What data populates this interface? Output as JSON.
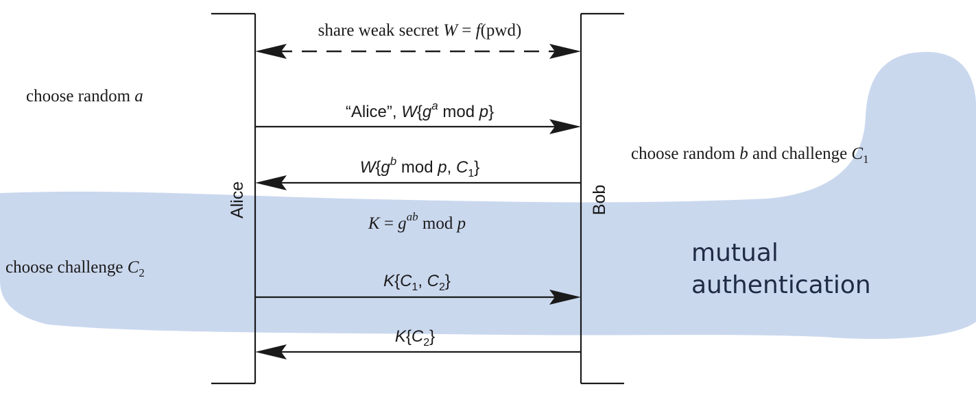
{
  "colors": {
    "highlight": "#a9c0e3",
    "ink": "#1a1a1a",
    "note": "#1f2a44"
  },
  "protocol": {
    "shared_setup": "share weak secret W = f(pwd)",
    "participants": {
      "left": "Alice",
      "right": "Bob"
    },
    "messages": [
      {
        "label": "“Alice”, W{g^a mod p}",
        "direction": "alice-to-bob"
      },
      {
        "label": "W{g^b mod p, C1}",
        "direction": "bob-to-alice"
      },
      {
        "label": "K{C1, C2}",
        "direction": "alice-to-bob"
      },
      {
        "label": "K{C2}",
        "direction": "bob-to-alice"
      }
    ],
    "key_derivation": "K = g^ab mod p",
    "notes": {
      "alice_random": "choose random a",
      "bob_random": "choose random b and challenge C1",
      "alice_challenge": "choose challenge C2"
    }
  },
  "annotation": {
    "line1": "mutual",
    "line2": "authentication"
  }
}
